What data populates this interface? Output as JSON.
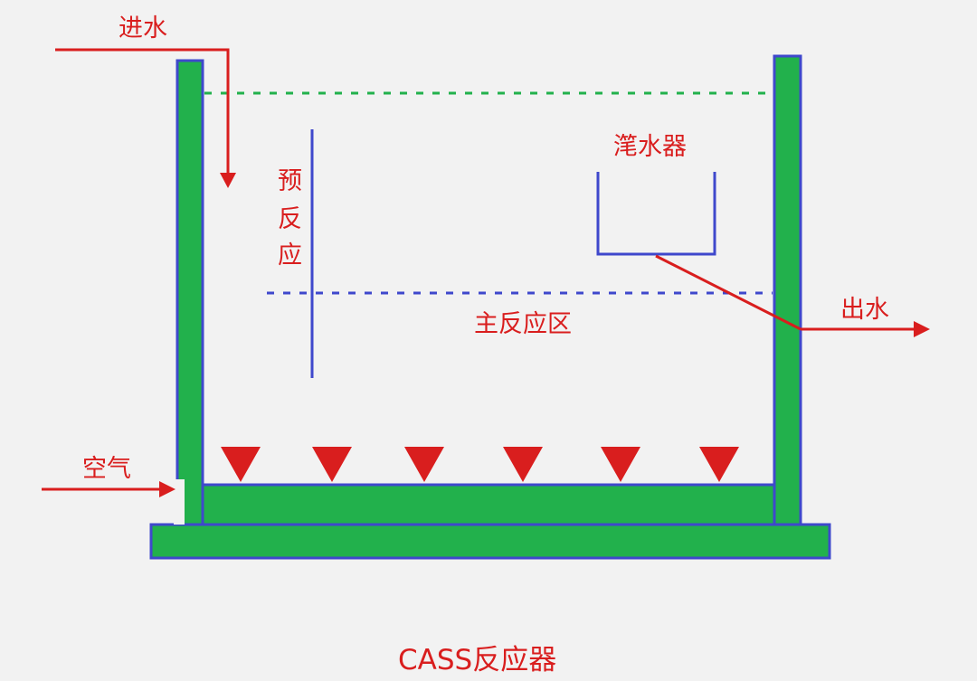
{
  "labels": {
    "inlet": "进水",
    "air": "空气",
    "pre_reaction": [
      "预",
      "反",
      "应"
    ],
    "decanter": "滗水器",
    "main_zone": "主反应区",
    "outlet": "出水",
    "title": "CASS反应器"
  },
  "colors": {
    "background": "#f2f2f2",
    "tank_fill": "#22b14c",
    "tank_outline": "#3f48cc",
    "flow_arrow": "#d91e1e",
    "text": "#d91e1e",
    "water_level": "#22b14c",
    "decanter_line": "#3f48cc"
  },
  "icons": {
    "diffuser": "red-triangle-diffuser",
    "flow": "red-arrow"
  },
  "diffuser_count": 6
}
